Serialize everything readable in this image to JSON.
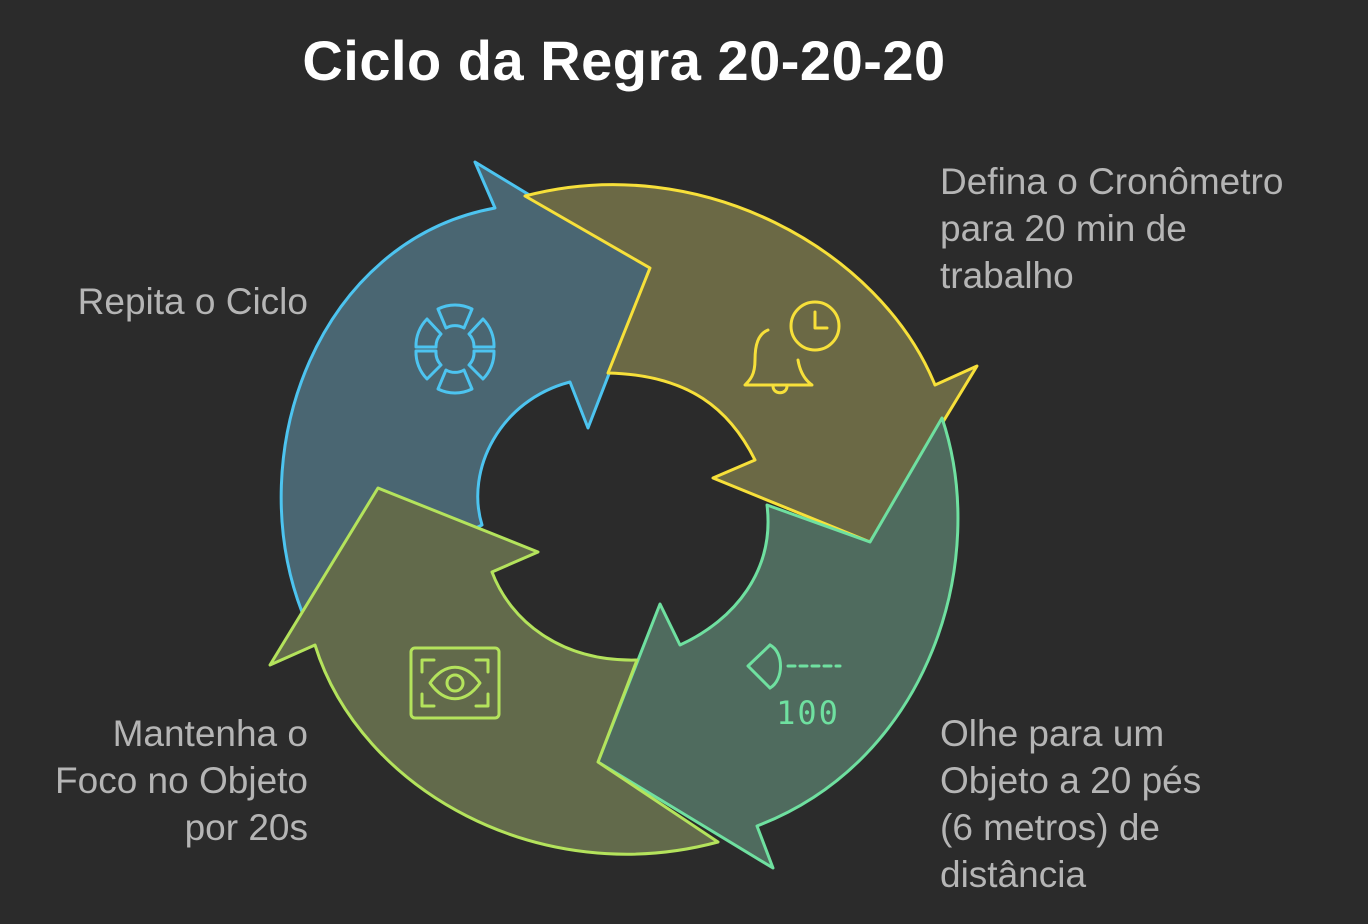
{
  "title": "Ciclo da Regra 20-20-20",
  "steps": [
    {
      "id": "timer",
      "lines": [
        "Defina o Cronômetro",
        "para 20 min de",
        "trabalho"
      ],
      "icon": "alarm-bell-clock-icon",
      "fill": "#6b6945",
      "stroke": "#f7e03a"
    },
    {
      "id": "look",
      "lines": [
        "Olhe para um",
        "Objeto a 20 pés",
        "(6 metros) de",
        "distância"
      ],
      "icon": "distance-view-icon",
      "icon_text": "100",
      "fill": "#4f6b5e",
      "stroke": "#6fe0a0"
    },
    {
      "id": "focus",
      "lines": [
        "Mantenha o",
        "Foco no Objeto",
        "por 20s"
      ],
      "icon": "eye-focus-icon",
      "fill": "#626a4b",
      "stroke": "#b4e35c"
    },
    {
      "id": "repeat",
      "lines": [
        "Repita o Ciclo"
      ],
      "icon": "cycle-segments-icon",
      "fill": "#4a6672",
      "stroke": "#4dc4f0"
    }
  ]
}
